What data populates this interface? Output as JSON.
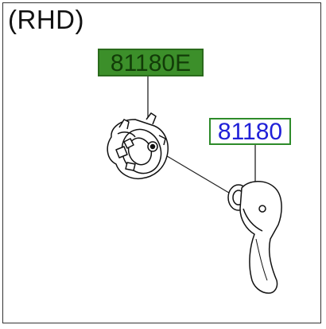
{
  "diagram": {
    "variant_label": "(RHD)",
    "parts": [
      {
        "part_number": "81180E",
        "highlight_color": "#3c8f2a",
        "text_color": "#123c08"
      },
      {
        "part_number": "81180",
        "border_color": "#2e8b2a",
        "text_color": "#2020d8"
      }
    ]
  }
}
